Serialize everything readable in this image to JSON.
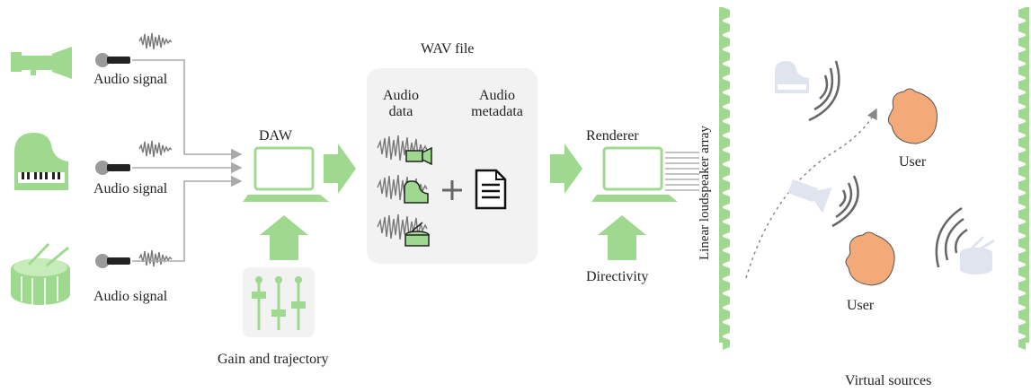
{
  "labels": {
    "audio_signal": "Audio signal",
    "daw": "DAW",
    "wav_file": "WAV file",
    "audio_data": "Audio data",
    "audio_metadata": "Audio metadata",
    "renderer": "Renderer",
    "directivity": "Directivity",
    "gain_trajectory": "Gain and trajectory",
    "loudspeaker_array": "Linear loudspeaker array",
    "user": "User",
    "virtual_sources": "Virtual sources"
  },
  "colors": {
    "green": "#9fd98f",
    "green_dark": "#6fbe5a",
    "orange": "#f4aa78",
    "gray": "#aaaaaa",
    "panel": "#f2f2f2",
    "ghost": "#dfe4ee"
  },
  "icons": [
    "trumpet-icon",
    "piano-icon",
    "drum-icon",
    "microphone-icon",
    "waveform-icon",
    "laptop-icon",
    "document-icon",
    "mixer-icon",
    "camera-icon",
    "user-head-icon",
    "sound-wave-icon"
  ]
}
